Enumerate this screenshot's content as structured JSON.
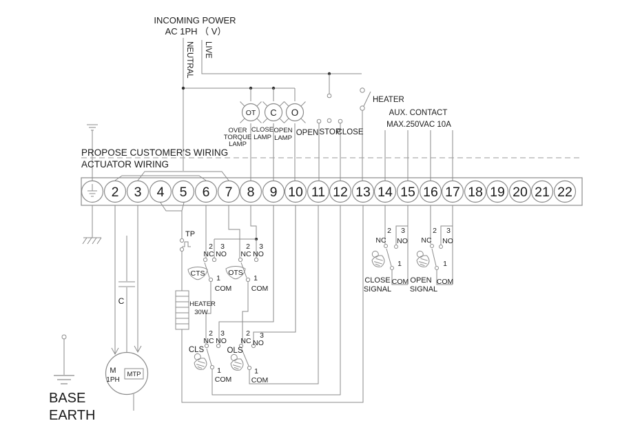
{
  "colors": {
    "wire": "#8a8a8a",
    "text": "#1a1a1a",
    "background": "#ffffff"
  },
  "header": {
    "incoming_power": "INCOMING POWER",
    "ac_line": "AC  1PH （ V）",
    "neutral": "NEUTRAL",
    "live": "LIVE"
  },
  "lamps": {
    "ot_symbol": "OT",
    "c_symbol": "C",
    "o_symbol": "O",
    "ot_caption": [
      "OVER",
      "TORQUE",
      "LAMP"
    ],
    "c_caption": [
      "CLOSE",
      "LAMP"
    ],
    "o_caption": [
      "OPEN",
      "LAMP"
    ]
  },
  "buttons": {
    "open": "OPEN",
    "stop": "STOP",
    "close": "CLOSE"
  },
  "heater_switch": {
    "label": "HEATER"
  },
  "aux_contact": {
    "line1": "AUX. CONTACT",
    "line2": "MAX.250VAC 10A"
  },
  "wiring_zones": {
    "customer": "PROPOSE CUSTOMER'S WIRING",
    "actuator": "ACTUATOR WIRING"
  },
  "terminal_strip": {
    "terminals": [
      "earth",
      "2",
      "3",
      "4",
      "5",
      "6",
      "7",
      "8",
      "9",
      "10",
      "11",
      "12",
      "13",
      "14",
      "15",
      "16",
      "17",
      "18",
      "19",
      "20",
      "21",
      "22"
    ]
  },
  "contacts": {
    "nc_num": "2",
    "no_num": "3",
    "com_num": "1",
    "nc": "NC",
    "no": "NO",
    "com": "COM"
  },
  "switches": {
    "tp": "TP",
    "cts": "CTS",
    "ots": "OTS",
    "cls": "CLS",
    "ols": "OLS",
    "close_signal": [
      "CLOSE",
      "SIGNAL"
    ],
    "open_signal": [
      "OPEN",
      "SIGNAL"
    ]
  },
  "heater_resistor": {
    "line1": "HEATER",
    "line2": "30W"
  },
  "motor": {
    "m": "M",
    "phase": "1PH",
    "mtp": "MTP",
    "capacitor": "C"
  },
  "base_earth": [
    "BASE",
    "EARTH"
  ]
}
